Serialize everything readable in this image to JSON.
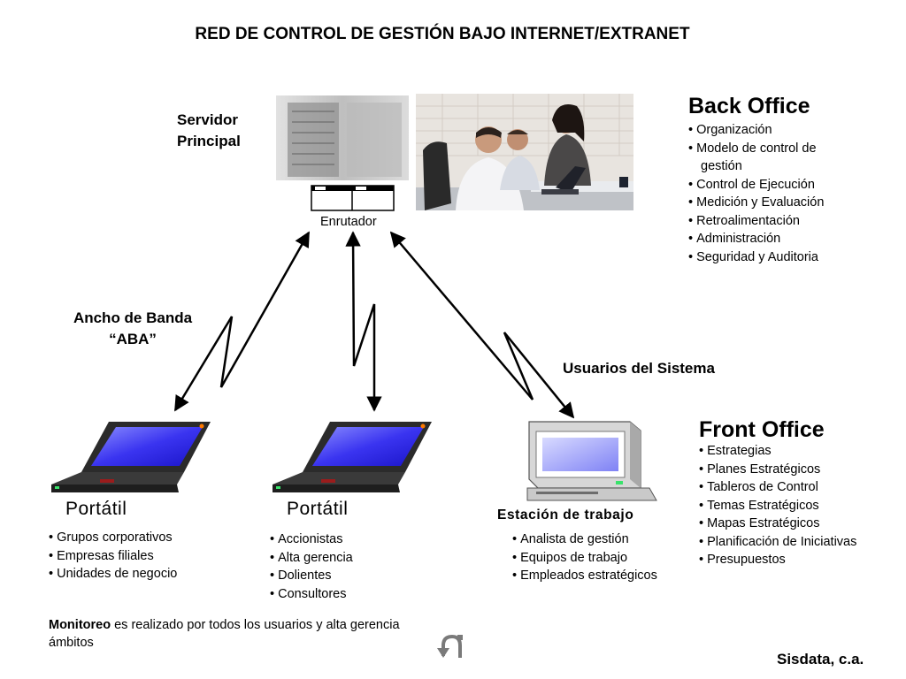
{
  "title": "RED DE CONTROL DE GESTIÓN BAJO INTERNET/EXTRANET",
  "server": {
    "label_line1": "Servidor",
    "label_line2": "Principal"
  },
  "router": {
    "label": "Enrutador"
  },
  "back_office": {
    "heading": "Back Office",
    "items": [
      "Organización",
      "Modelo de control de",
      "gestión",
      "Control de Ejecución",
      "Medición y Evaluación",
      "Retroalimentación",
      "Administración",
      "Seguridad y Auditoria"
    ]
  },
  "bandwidth": {
    "line1": "Ancho de Banda",
    "line2": "“ABA”"
  },
  "users_label": "Usuarios del Sistema",
  "front_office": {
    "heading": "Front Office",
    "items": [
      "Estrategias",
      "Planes Estratégicos",
      "Tableros de Control",
      "Temas Estratégicos",
      "Mapas Estratégicos",
      "Planificación de Iniciativas",
      "Presupuestos"
    ]
  },
  "devices": [
    {
      "label": "Portátil",
      "items": [
        "Grupos corporativos",
        "Empresas filiales",
        "Unidades de negocio"
      ]
    },
    {
      "label": "Portátil",
      "items": [
        "Accionistas",
        "Alta gerencia",
        "Dolientes",
        "Consultores"
      ]
    },
    {
      "label": "Estación de trabajo",
      "items": [
        "Analista de gestión",
        "Equipos de trabajo",
        "Empleados estratégicos"
      ]
    }
  ],
  "monitoring": {
    "bold": "Monitoreo",
    "rest": " es realizado por todos los usuarios y alta gerencia",
    "line2": "ámbitos"
  },
  "footer": "Sisdata, c.a."
}
